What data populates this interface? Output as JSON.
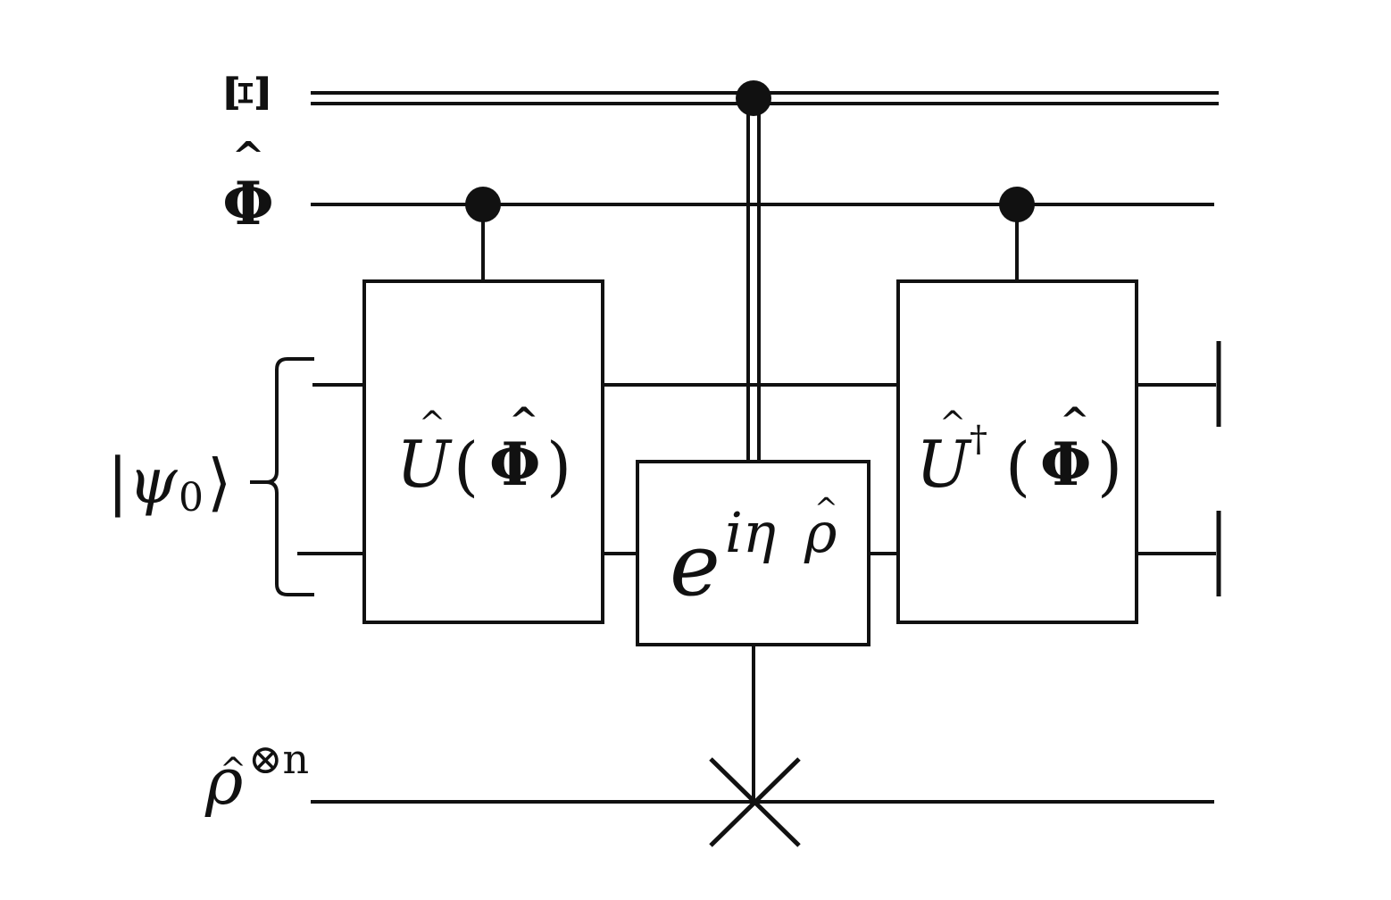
{
  "colors": {
    "line": "#111111",
    "background": "#ffffff"
  },
  "labels": {
    "xi": "Ξ",
    "phi_hat": "Φ",
    "hat": "^",
    "psi_ket": "|ψ",
    "psi_sub": "0",
    "ket_close": "⟩",
    "rho_hat": "ρ",
    "tensor_power": "⊗n"
  },
  "gates": {
    "u": {
      "base": "U",
      "open_paren": "(",
      "arg": "Φ",
      "close_paren": ")"
    },
    "u_dagger": {
      "base": "U",
      "sup": "†",
      "open_paren": "(",
      "arg": "Φ",
      "close_paren": ")"
    },
    "exp": {
      "base": "e",
      "exponent": "iη",
      "exponent_var": "ρ"
    }
  },
  "icons": {
    "control_dot": "control-dot-icon",
    "measurement": "measurement-icon",
    "swap": "swap-cross-icon"
  }
}
